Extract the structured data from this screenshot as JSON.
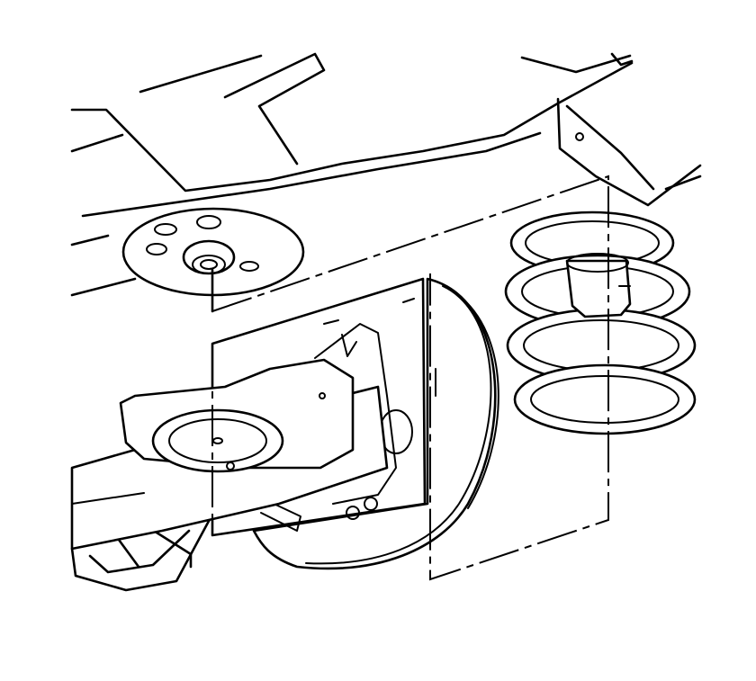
{
  "diagram": {
    "kind": "exploded-view line illustration",
    "colors": {
      "line": "#000000",
      "background": "#ffffff"
    },
    "parts": [
      "vehicle-body-underside",
      "upper-spring-seat",
      "rear-axle-beam",
      "lower-spring-seat",
      "brake-drum",
      "coil-spring",
      "spring-insulator"
    ]
  }
}
